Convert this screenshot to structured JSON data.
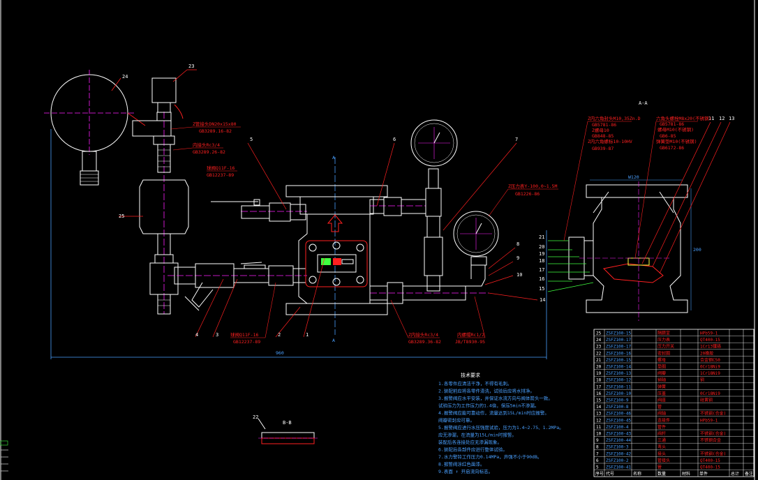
{
  "section_title": "A-A",
  "section_b_title": "B-B",
  "dim_total_width": "960",
  "dim_height_right": "200",
  "dim_top_right": "W120",
  "section_marks": {
    "top": "A",
    "bottom": "A"
  },
  "parts_left": [
    {
      "num": "24"
    },
    {
      "num": "23"
    },
    {
      "num": "25"
    },
    {
      "num": "5"
    },
    {
      "num": "4"
    },
    {
      "num": "3"
    },
    {
      "num": "2"
    },
    {
      "num": "1"
    }
  ],
  "parts_mid": [
    {
      "num": "6"
    },
    {
      "num": "7"
    },
    {
      "num": "8"
    },
    {
      "num": "9"
    },
    {
      "num": "10"
    },
    {
      "num": "14"
    }
  ],
  "parts_right": [
    {
      "num": "11"
    },
    {
      "num": "12"
    },
    {
      "num": "13"
    },
    {
      "num": "21"
    },
    {
      "num": "20"
    },
    {
      "num": "19"
    },
    {
      "num": "18"
    },
    {
      "num": "17"
    },
    {
      "num": "16"
    },
    {
      "num": "15"
    }
  ],
  "callouts": {
    "c1a": "Z管接头DN20x15x80",
    "c1b": "GB3289.16-82",
    "c2a": "内接头Rc3/4",
    "c2b": "GB3289.26-82",
    "c3a": "球阀Q11F-16",
    "c3b": "GB12237-89",
    "c4a": "Z压力表Y-100,0~1.5M",
    "c4b": "GB1226-86",
    "c5a": "球阀Q11F-16",
    "c5b": "GB12237-89",
    "c6a": "Z内接头Rc3/4",
    "c6b": "GB3289.36-82",
    "c7a": "内螺帽Rc1/2",
    "c7b": "JB/T8930-95",
    "r1": "Z内六角封头M10,35Zn.D",
    "r2": "GB5781-86",
    "r3": "Z螺母10",
    "r4": "GB848-85",
    "r5": "Z内六角螺标10-10HV",
    "r6": "GB939-87",
    "r7": "六角头螺栓M8x20(不锈钢)",
    "r8": "GB5781-86",
    "r9": "螺母M10(不锈钢)",
    "r10": "GB6-85",
    "r11": "弹簧垫M10(不锈钢)",
    "r12": "GB6172-86"
  },
  "notes_title": "技术要求",
  "notes": [
    "1.各零件应清洁干净，不得有毛刺。",
    "2.装配前应将各零件清洗，试验后应将水排净。",
    "3.报警阀应水平安装，并保证水流方向与阀体箭头一致。",
    "  试验压力为工作压力的1.4倍，保压5min不渗漏。",
    "4.报警阀应能可靠动作，流量达到15L/min时应报警。",
    "  阀瓣密封应可靠。",
    "5.报警阀应进行水压强度试验，压力为1.4~2.75、1.2MPa。",
    "  应无渗漏，在流量为15L/min时报警。",
    "  装配后各连接处应无渗漏现象。",
    "6.装配后各部件应进行整体试验。",
    "7.水力警铃工作压力0.14MPa，声强不小于90dB。",
    "8.报警阀涂红色面漆。",
    "9.表面 ↑ 开启流向标志。"
  ],
  "parts_table": {
    "rows": [
      {
        "n": "25",
        "code": "ZSFZ100-15",
        "name": "隔臜室",
        "mat": "HPb59-1"
      },
      {
        "n": "24",
        "code": "ZSFZ100-17",
        "name": "压力表",
        "mat": "QT400-15"
      },
      {
        "n": "23",
        "code": "ZSFZ100-17",
        "name": "压力开关",
        "mat": "1Cr13镶铬"
      },
      {
        "n": "22",
        "code": "ZSFZ100-16",
        "name": "密封圈",
        "mat": "20橡胶"
      },
      {
        "n": "21",
        "code": "ZSFZ100-15",
        "name": "螺母",
        "mat": "合金钢C50"
      },
      {
        "n": "20",
        "code": "ZSFZ100-14",
        "name": "垫圈",
        "mat": "0Cr18Ni9"
      },
      {
        "n": "19",
        "code": "ZSFZ100-13",
        "name": "阀瓣",
        "mat": "1Cr18Ni9"
      },
      {
        "n": "18",
        "code": "ZSFZ100-12",
        "name": "销轴",
        "mat": "铜"
      },
      {
        "n": "17",
        "code": "ZSFZ100-11",
        "name": "弹簧",
        "mat": ""
      },
      {
        "n": "16",
        "code": "ZSFZ100-10",
        "name": "压盖",
        "mat": "0Cr18Ni9"
      },
      {
        "n": "15",
        "code": "ZSFZ100-9",
        "name": "阀座",
        "mat": "硅黄铜"
      },
      {
        "n": "14",
        "code": "ZSFZ100-8",
        "name": "管",
        "mat": ""
      },
      {
        "n": "13",
        "code": "ZSFZ100-46",
        "name": "阀轴",
        "mat": "不锈钢(合金)"
      },
      {
        "n": "12",
        "code": "ZSFZ100-45",
        "name": "连接件",
        "mat": "HPb59-1"
      },
      {
        "n": "11",
        "code": "ZSFZ100-4",
        "name": "管件",
        "mat": ""
      },
      {
        "n": "10",
        "code": "ZSFZ100-43",
        "name": "阀杆",
        "mat": "不锈钢(合金)"
      },
      {
        "n": "9",
        "code": "ZSFZ100-44",
        "name": "三通",
        "mat": "不锈钢合金"
      },
      {
        "n": "8",
        "code": "ZSFZ100-3",
        "name": "弯头",
        "mat": ""
      },
      {
        "n": "7",
        "code": "ZSFZ100-42",
        "name": "接头",
        "mat": "不锈钢(合金)"
      },
      {
        "n": "6",
        "code": "ZSFZ100-2",
        "name": "管接头",
        "mat": "QT400-15"
      },
      {
        "n": "5",
        "code": "ZSFZ100-41",
        "name": "管",
        "mat": "QT400-15"
      }
    ],
    "header": [
      "序号",
      "代号",
      "名称",
      "数量",
      "材料",
      "单件",
      "总计",
      "备注"
    ]
  }
}
